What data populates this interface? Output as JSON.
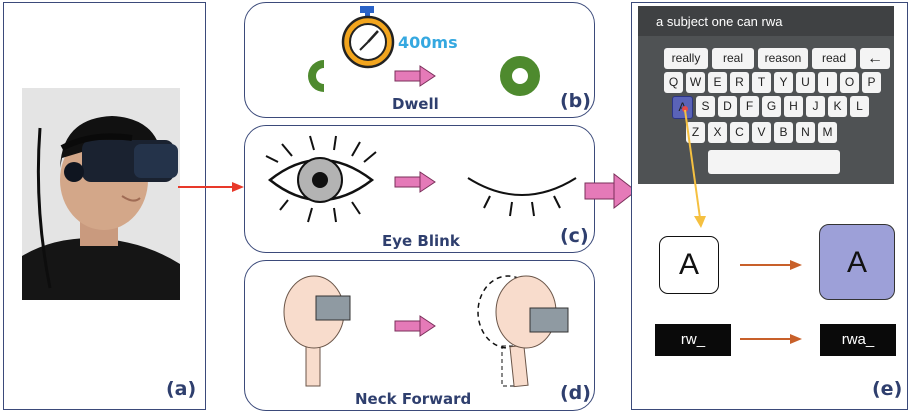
{
  "panels": {
    "a": {
      "label": "(a)"
    },
    "b": {
      "label": "(b)",
      "caption": "Dwell",
      "timer": "400ms"
    },
    "c": {
      "label": "(c)",
      "caption": "Eye Blink"
    },
    "d": {
      "label": "(d)",
      "caption": "Neck Forward"
    },
    "e": {
      "label": "(e)"
    }
  },
  "keyboard": {
    "text": "a subject one can rwa",
    "suggestions": [
      "really",
      "real",
      "reason",
      "read"
    ],
    "backspace": "←",
    "row1": [
      "Q",
      "W",
      "E",
      "R",
      "T",
      "Y",
      "U",
      "I",
      "O",
      "P"
    ],
    "row2": [
      "A",
      "S",
      "D",
      "F",
      "G",
      "H",
      "J",
      "K",
      "L"
    ],
    "row3": [
      "Z",
      "X",
      "C",
      "V",
      "B",
      "N",
      "M"
    ],
    "selected_key": "A"
  },
  "result": {
    "key_before": "A",
    "key_after": "A",
    "text_before": "rw_",
    "text_after": "rwa_"
  },
  "colors": {
    "border": "#3b4a7a",
    "ring": "#4e8a2e",
    "arrow_pink": "#e57ab8",
    "arrow_red": "#e8392a",
    "arrow_orange": "#c8602a",
    "head": "#f8dccc",
    "selected": "#9da0d8"
  }
}
